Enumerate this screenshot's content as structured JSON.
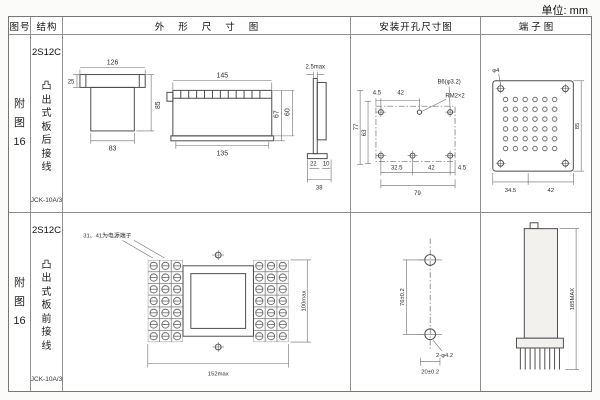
{
  "page": {
    "unit": "单位: mm"
  },
  "header": {
    "figure": "图号",
    "structure": "结构",
    "outline": "外形尺寸图",
    "mounting": "安装开孔尺寸图",
    "terminal": "端子图"
  },
  "row1": {
    "figure": "附\n图\n16",
    "model": "2S12C",
    "structure": "凸\n出\n式\n板\n后\n接\n线",
    "type": "JCK-10A/3",
    "outline": {
      "front_top": "126",
      "front_flange": "25",
      "front_width": "83",
      "front_height": "85",
      "side_top": "145",
      "side_bottom": "135",
      "side_h1": "67",
      "side_h2": "60",
      "edge_t": "2.5max",
      "edge_a": "22",
      "edge_b": "10",
      "edge_w": "38"
    },
    "mounting": {
      "top_a": "4.5",
      "top_b": "42",
      "hole_label": "B6(φ3.2)",
      "screw_label": "RM2×2",
      "left_a": "77",
      "left_b": "63",
      "bot_a": "32.5",
      "bot_b": "42",
      "bot_c": "4.5",
      "bot_total": "79"
    },
    "terminal": {
      "hole": "φ4",
      "height": "85",
      "bot_a": "34.5",
      "bot_b": "42"
    }
  },
  "row2": {
    "figure": "附\n图\n16",
    "model": "2S12C",
    "structure": "凸\n出\n式\n板\n前\n接\n线",
    "type": "JCK-10A/3",
    "outline": {
      "note": "31、41为电源端子",
      "height": "100max",
      "width": "152max"
    },
    "mounting": {
      "pitch": "76±0.2",
      "holes": "2-φ4.2",
      "offset": "20±0.2"
    },
    "terminal": {
      "height": "185MAX"
    }
  }
}
